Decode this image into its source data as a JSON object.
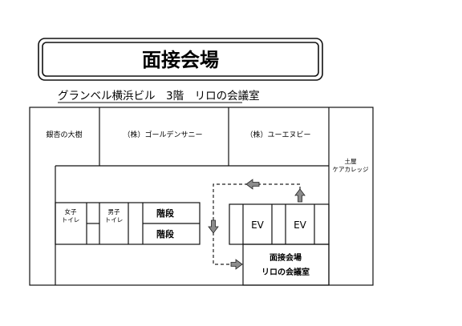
{
  "header": {
    "title": "面接会場",
    "subtitle": "グランベル横浜ビル　3階　リロの会議室"
  },
  "rooms": {
    "ginkgo": "銀杏の大樹",
    "golden": "（株）ゴールデンサニー",
    "unum": "（株）ユーエヌビー",
    "care_line1": "土屋",
    "care_line2": "ケアカレッジ",
    "womens_wc_line1": "女子",
    "womens_wc_line2": "トイレ",
    "mens_wc_line1": "男子",
    "mens_wc_line2": "トイレ",
    "stairs_upper": "階段",
    "stairs_lower": "階段",
    "ev_left": "EV",
    "ev_right": "EV",
    "venue_line1": "面接会場",
    "venue_line2": "リロの会議室"
  },
  "colors": {
    "line": "#111111",
    "arrow_fill": "#8c8c8c",
    "route": "#222222"
  }
}
